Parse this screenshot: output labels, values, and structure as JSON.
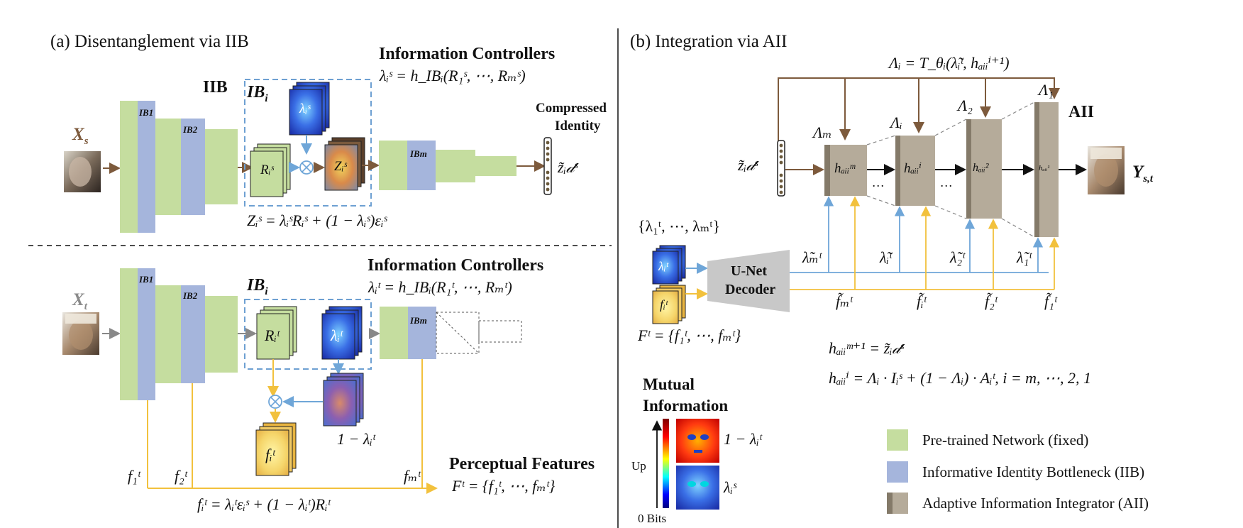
{
  "panel_a": {
    "title": "(a) Disentanglement via IIB",
    "iib_label": "IIB",
    "ibi_label": "IB",
    "ibi_sub": "i",
    "ib1": "IB1",
    "ib2": "IB2",
    "ibm": "IBm",
    "xs_label": "X",
    "xs_sub": "s",
    "xt_label": "X",
    "xt_sub": "t",
    "info_controllers": "Information Controllers",
    "lambda_s_eq": "λᵢˢ = h_IBᵢ(R₁ˢ, ⋯, Rₘˢ)",
    "lambda_t_eq": "λᵢᵗ = h_IBᵢ(R₁ᵗ, ⋯, Rₘᵗ)",
    "compressed_identity_1": "Compressed",
    "compressed_identity_2": "Identity",
    "z_id": "z̃ᵢ𝒹ˢ",
    "z_eq": "Zᵢˢ = λᵢˢRᵢˢ + (1 − λᵢˢ)εᵢˢ",
    "ris": "Rᵢˢ",
    "zis": "Zᵢˢ",
    "lis": "λᵢˢ",
    "rit": "Rᵢᵗ",
    "lit": "λᵢᵗ",
    "fit": "fᵢᵗ",
    "one_minus": "1 − λᵢᵗ",
    "f1": "f₁ᵗ",
    "f2": "f₂ᵗ",
    "fm": "fₘᵗ",
    "perceptual": "Perceptual Features",
    "ft_set": "Fᵗ = {f₁ᵗ, ⋯, fₘᵗ}",
    "f_eq": "fᵢᵗ = λᵢᵗεᵢˢ + (1 − λᵢᵗ)Rᵢᵗ"
  },
  "panel_b": {
    "title": "(b) Integration via AII",
    "lambda_eq": "Λᵢ = T_θᵢ(λ̃ᵢᵗ, hₐᵢᵢⁱ⁺¹)",
    "aii_label": "AII",
    "cap_m": "Λₘ",
    "cap_i": "Λᵢ",
    "cap_2": "Λ₂",
    "cap_1": "Λ₁",
    "h_m": "hₐᵢᵢᵐ",
    "h_i": "hₐᵢᵢⁱ",
    "h_2": "hₐᵢᵢ²",
    "h_1": "hₐᵢᵢ¹",
    "dots": "…",
    "z_id": "z̃ᵢ𝒹ˢ",
    "y_label": "Y",
    "y_sub": "s,t",
    "lambda_set": "{λ₁ᵗ, ⋯, λₘᵗ}",
    "unet_1": "U-Net",
    "unet_2": "Decoder",
    "lit": "λᵢᵗ",
    "fit": "fᵢᵗ",
    "ft_set": "Fᵗ = {f₁ᵗ, ⋯, fₘᵗ}",
    "lt_m": "λ̃ₘᵗ",
    "lt_i": "λ̃ᵢᵗ",
    "lt_2": "λ̃₂ᵗ",
    "lt_1": "λ̃₁ᵗ",
    "ft_m": "f̃ₘᵗ",
    "ft_i": "f̃ᵢᵗ",
    "ft_2": "f̃₂ᵗ",
    "ft_1": "f̃₁ᵗ",
    "h_eq1": "hₐᵢᵢᵐ⁺¹ = z̃ᵢ𝒹ˢ",
    "h_eq2": "hₐᵢᵢⁱ = Λᵢ · Iᵢˢ + (1 − Λᵢ) · Aᵢᵗ,  i = m, ⋯, 2, 1"
  },
  "mutual_info": {
    "title_1": "Mutual",
    "title_2": "Information",
    "up": "Up",
    "zero": "0 Bits",
    "one_minus": "1 − λᵢᵗ",
    "lambda_s": "λᵢˢ"
  },
  "legend": {
    "items": [
      {
        "label": "Pre-trained Network (fixed)",
        "color": "#c5dd9f"
      },
      {
        "label": "Informative Identity Bottleneck (IIB)",
        "color": "#a5b5dc"
      },
      {
        "label": "Adaptive Information Integrator (AII)",
        "color": "#b5ab9a"
      }
    ]
  },
  "colors": {
    "green": "#c5dd9f",
    "blue": "#a5b5dc",
    "tan": "#b5ab9a",
    "tan_dark": "#847a69",
    "arrow_brown": "#7d5a3c",
    "arrow_blue": "#6fa6d8",
    "arrow_yellow": "#f2c13d",
    "dash_blue": "#6ea0d2"
  }
}
